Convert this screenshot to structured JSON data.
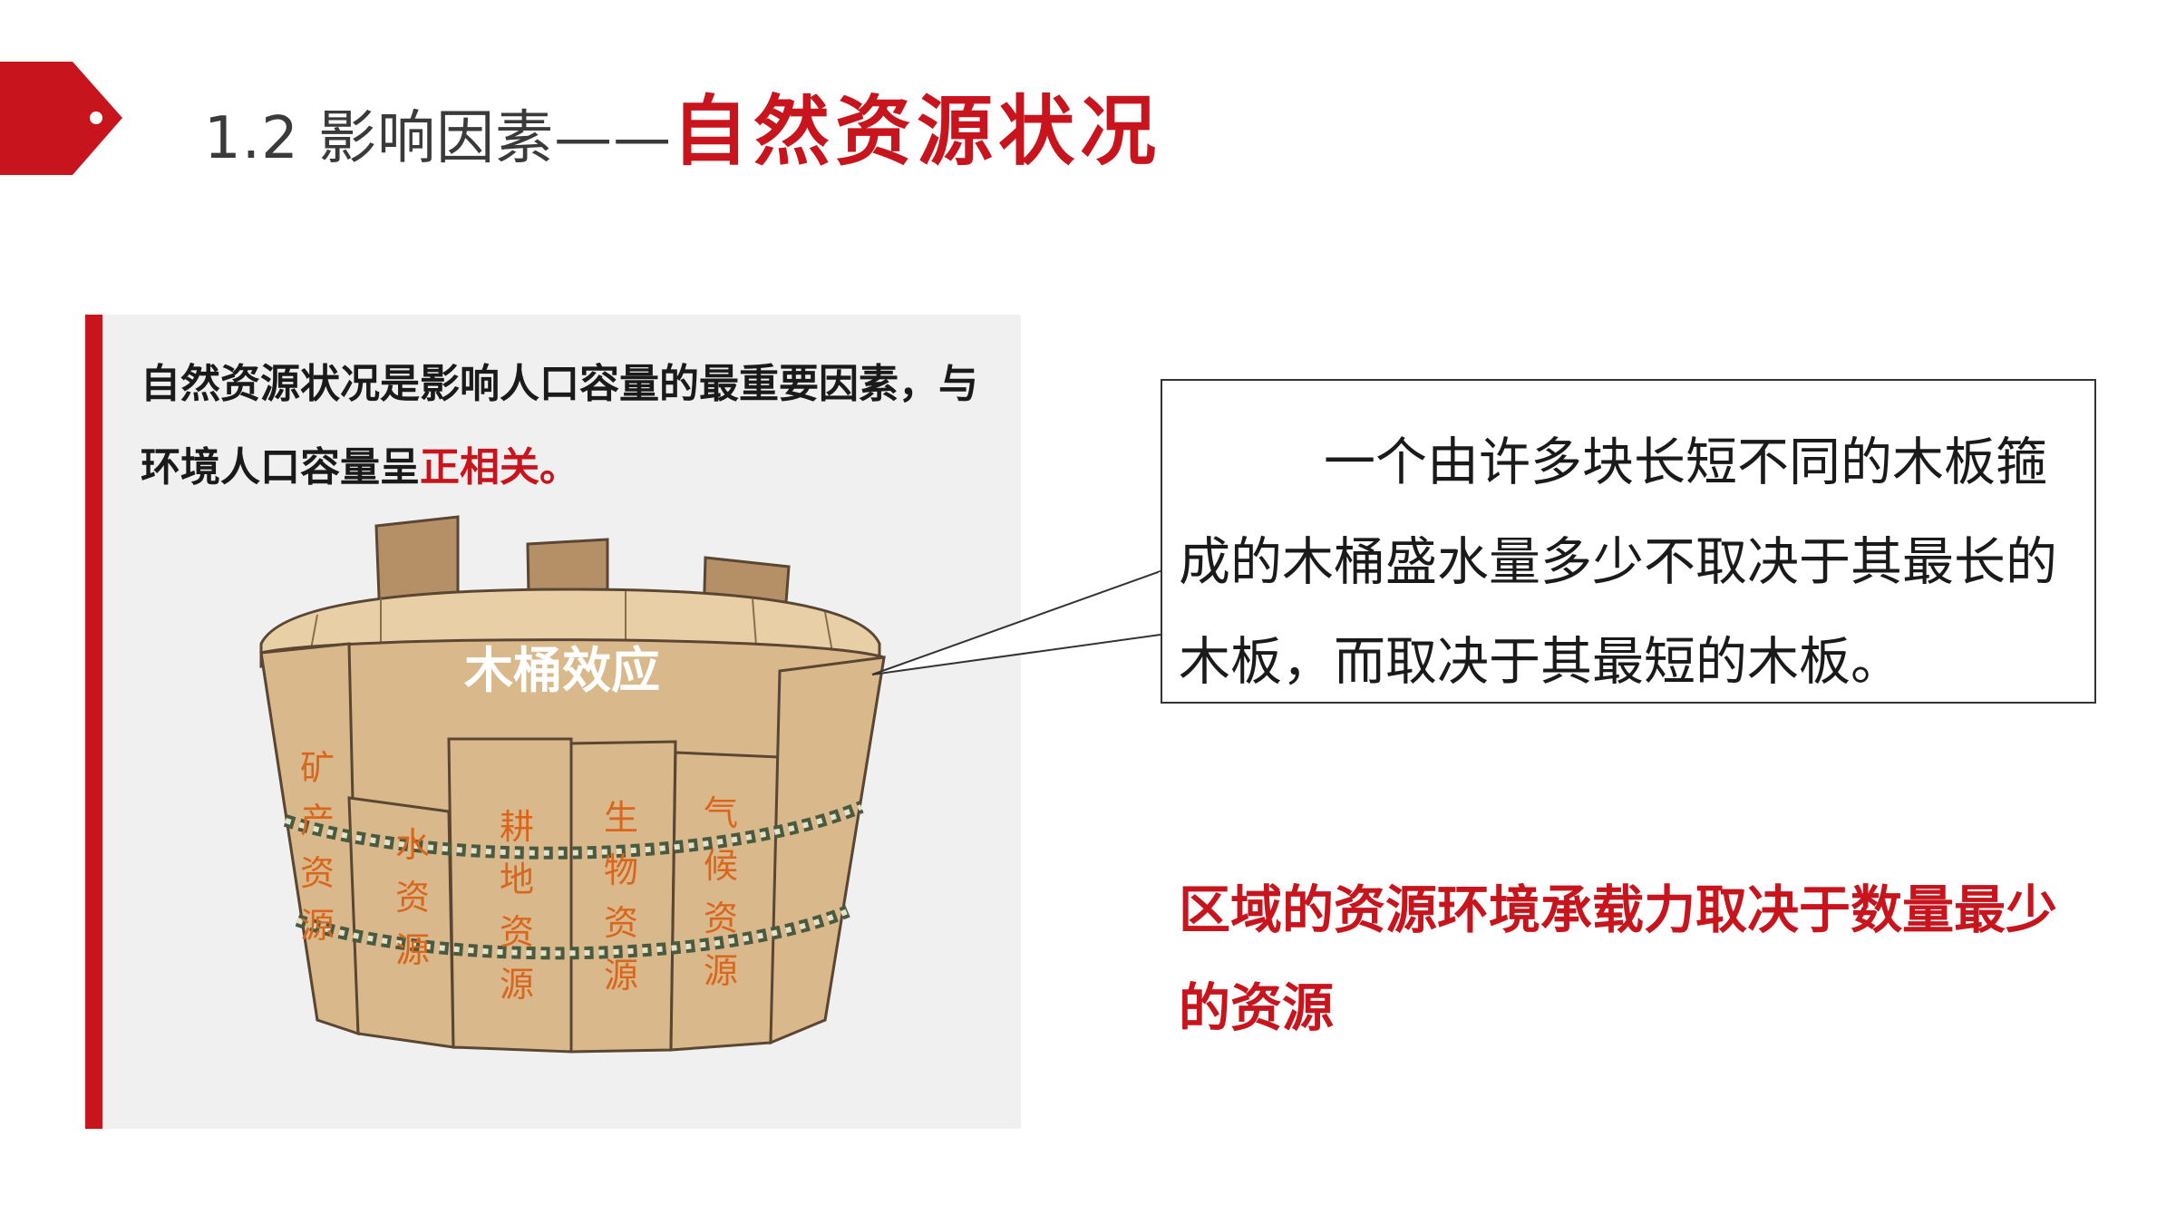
{
  "header": {
    "title_main": "1.2 影响因素——",
    "title_accent": "自然资源状况"
  },
  "panel": {
    "intro_text": "自然资源状况是影响人口容量的最重要因素，与环境人口容量呈",
    "intro_highlight": "正相关。"
  },
  "barrel": {
    "title": "木桶效应",
    "staves": [
      "矿产资源",
      "水资源",
      "耕地资源",
      "生物资源",
      "气候资源"
    ]
  },
  "callout": {
    "text": "一个由许多块长短不同的木板箍成的木桶盛水量多少不取决于其最长的木板，而取决于其最短的木板。"
  },
  "conclusion": {
    "text": "区域的资源环境承载力取决于数量最少的资源"
  },
  "colors": {
    "accent_red": "#c8141c",
    "panel_bg": "#f0f0f0",
    "wood": "#d9b98c",
    "wood_dark": "#c7a57a",
    "stave_text": "#d9661c"
  }
}
